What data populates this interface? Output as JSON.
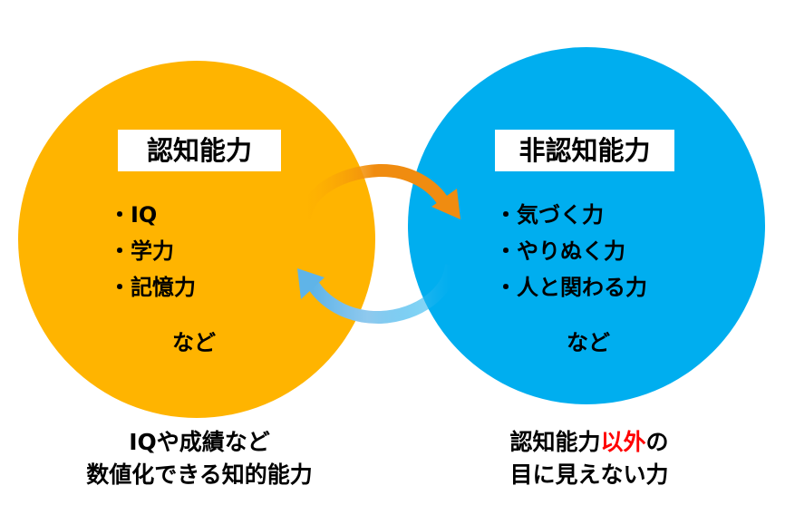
{
  "colors": {
    "left_circle": "#ffb400",
    "right_circle": "#00aeef",
    "arrow_top": "#f08c10",
    "arrow_bottom": "#5fb4e8",
    "accent": "#ff0000"
  },
  "left": {
    "title": "認知能力",
    "bullet": "・",
    "items": [
      "IQ",
      "学力",
      "記憶力"
    ],
    "etc": "など",
    "caption": {
      "line1": "IQや成績など",
      "line2": "数値化できる知的能力"
    }
  },
  "right": {
    "title": "非認知能力",
    "bullet": "・",
    "items": [
      "気づく力",
      "やりぬく力",
      "人と関わる力"
    ],
    "etc": "など",
    "caption": {
      "line1_prefix": "認知能力",
      "line1_accent": "以外",
      "line1_suffix": "の",
      "line2": "目に見えない力"
    }
  },
  "arrows": {
    "top_icon": "curved-arrow-right-icon",
    "bottom_icon": "curved-arrow-left-icon"
  }
}
